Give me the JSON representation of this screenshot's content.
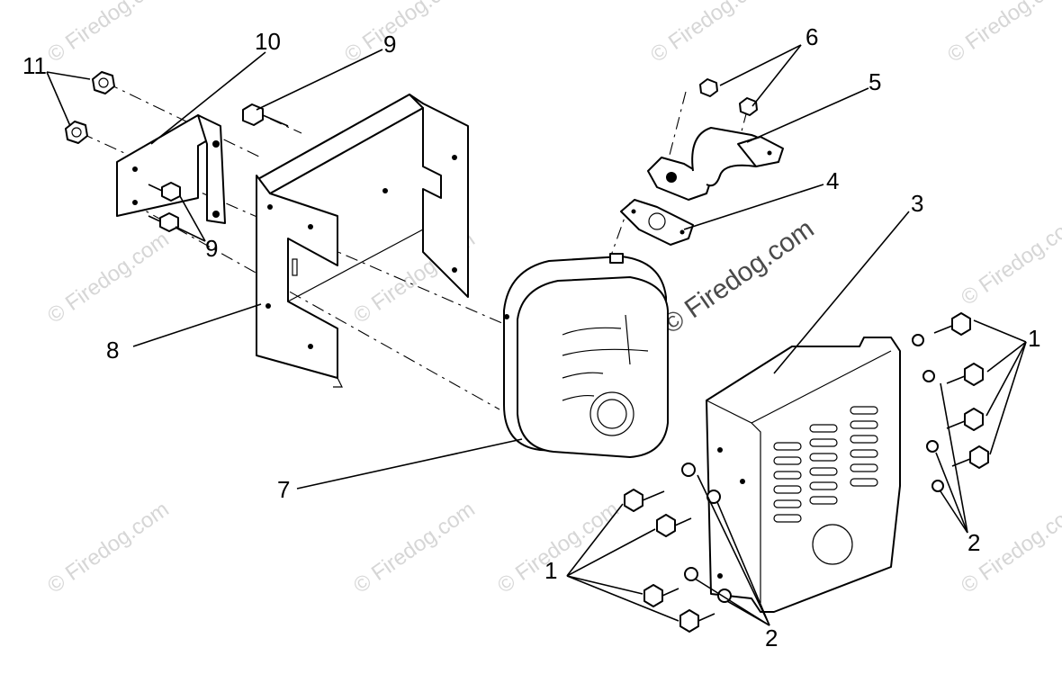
{
  "diagram": {
    "callouts": {
      "c1_left": "1",
      "c1_right": "1",
      "c2_left": "2",
      "c2_right": "2",
      "c3": "3",
      "c4": "4",
      "c5": "5",
      "c6": "6",
      "c7": "7",
      "c8": "8",
      "c9_top": "9",
      "c9_bottom": "9",
      "c10": "10",
      "c11": "11"
    },
    "watermark": {
      "main": "© Firedog.com",
      "repeat": "© Firedog.com"
    }
  }
}
